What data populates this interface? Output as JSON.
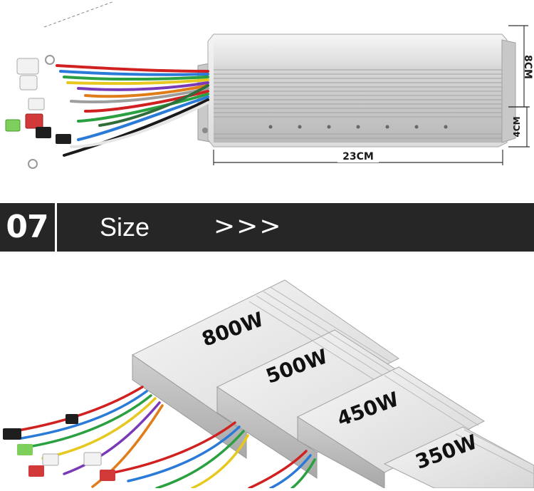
{
  "dimensions": {
    "width_label": "23CM",
    "height_label": "8CM",
    "depth_label": "4CM"
  },
  "banner": {
    "number": "07",
    "title": "Size",
    "arrows": ">>>"
  },
  "models": [
    {
      "label": "800W"
    },
    {
      "label": "500W"
    },
    {
      "label": "450W"
    },
    {
      "label": "350W"
    }
  ]
}
